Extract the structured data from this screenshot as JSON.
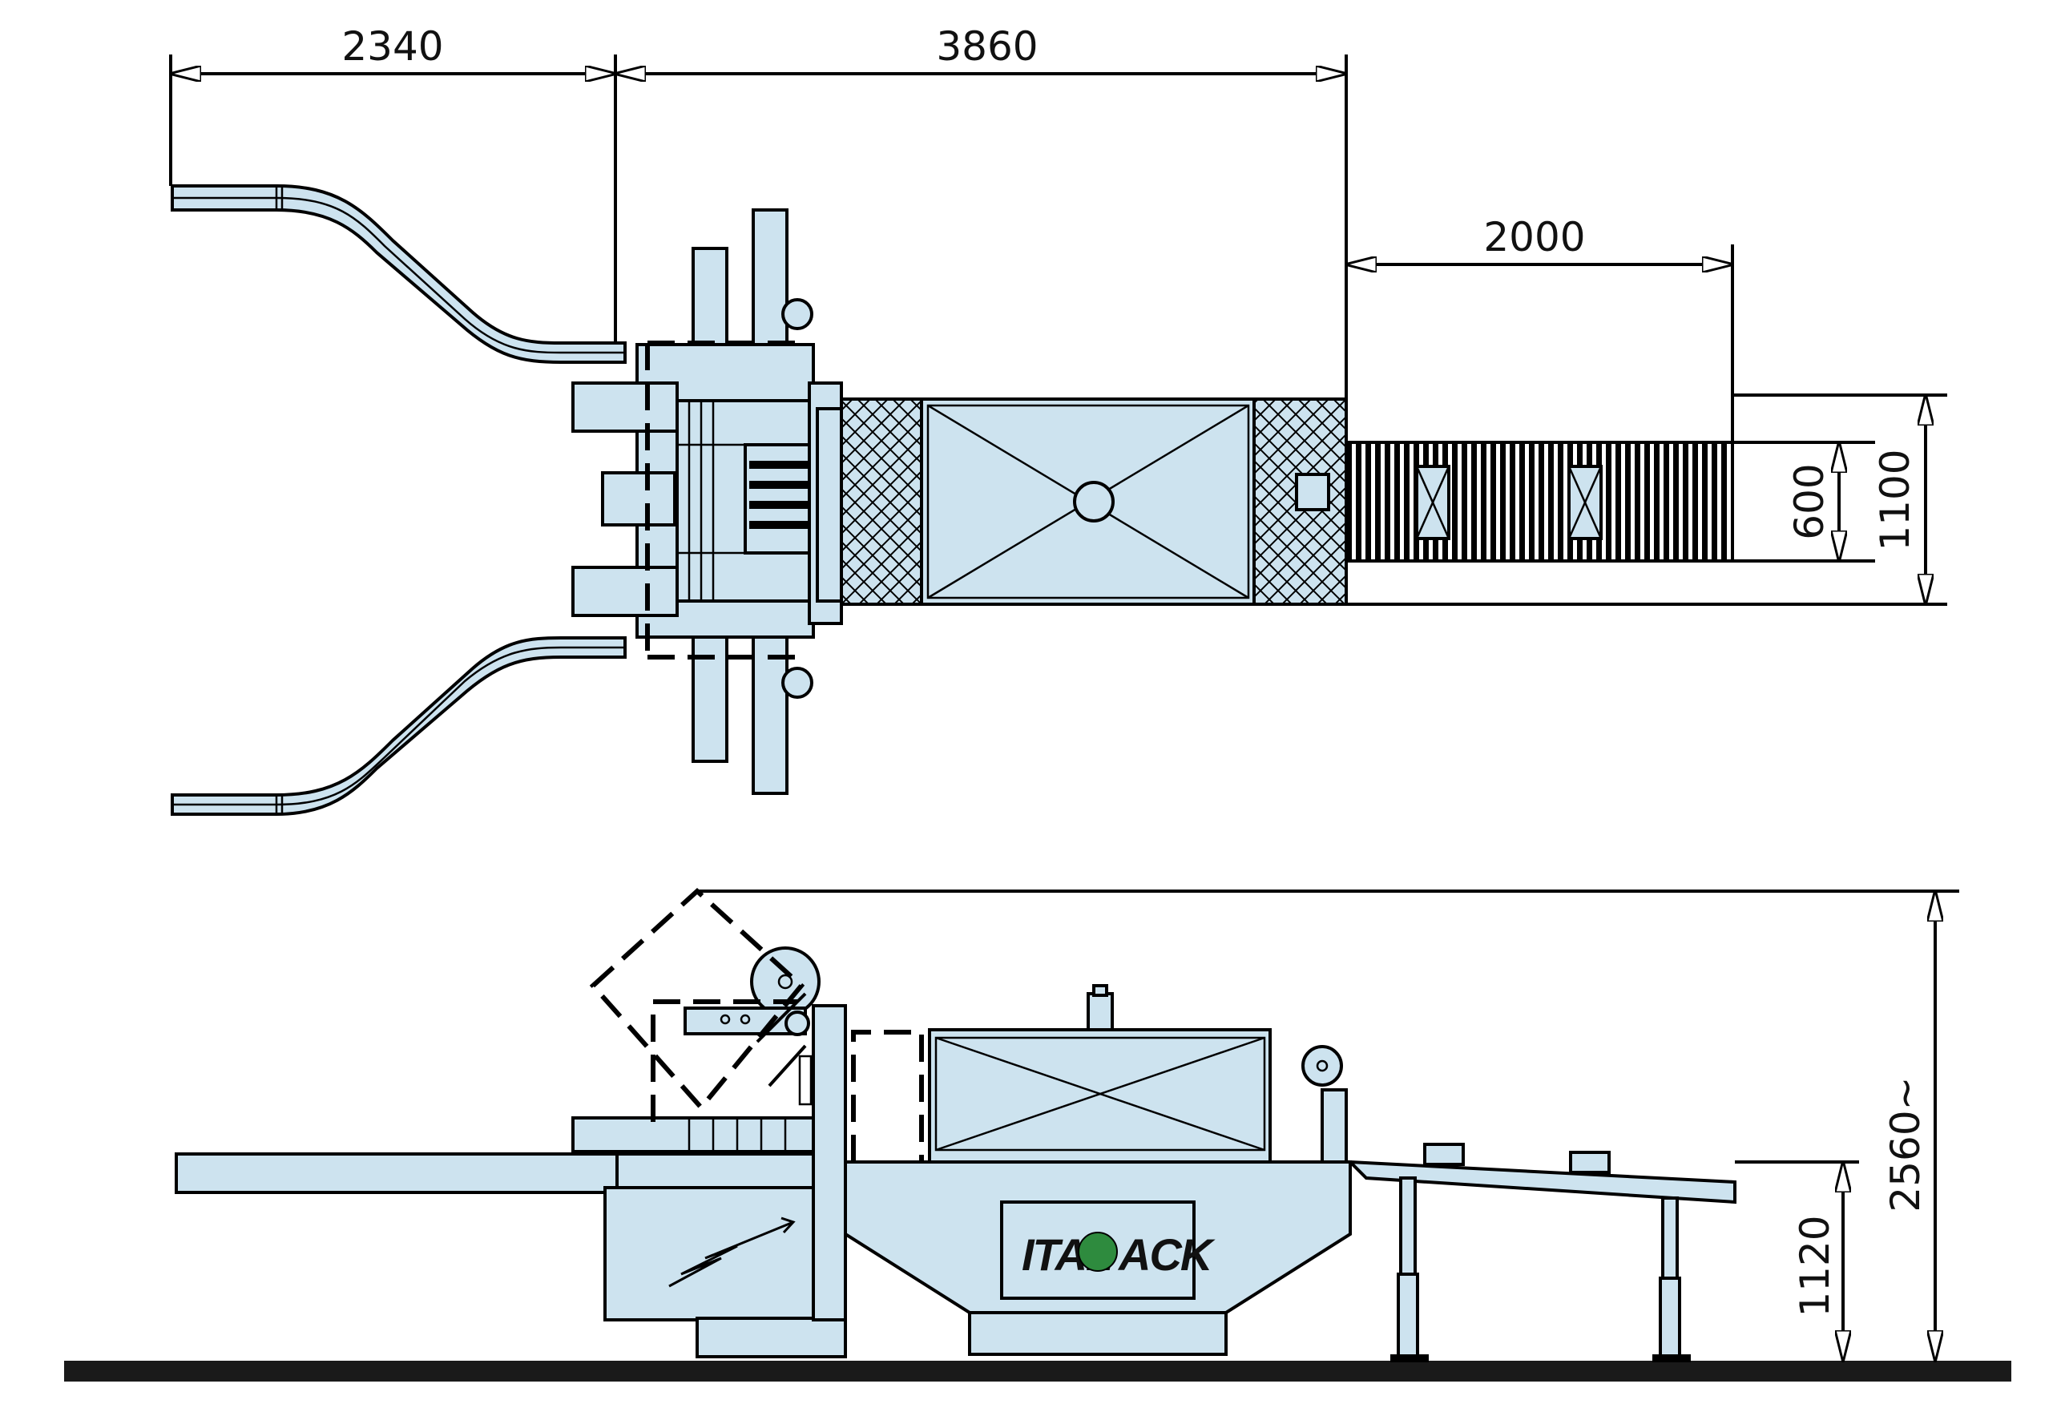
{
  "colors": {
    "machine_body": "#cde3ef",
    "line": "#000000",
    "floor": "#1a1a1a",
    "logo_green": "#2e8b3e"
  },
  "brand": {
    "logo_text_left": "ITAL",
    "logo_text_right": "ACK",
    "logo_icon": "green-p-leaf-icon"
  },
  "dimensions": {
    "top_view": {
      "infeed_length": "2340",
      "machine_length": "3860",
      "outfeed_length": "2000",
      "conveyor_width": "600",
      "machine_width": "1100"
    },
    "side_view": {
      "overall_height": "2560~",
      "working_height": "1120"
    }
  }
}
